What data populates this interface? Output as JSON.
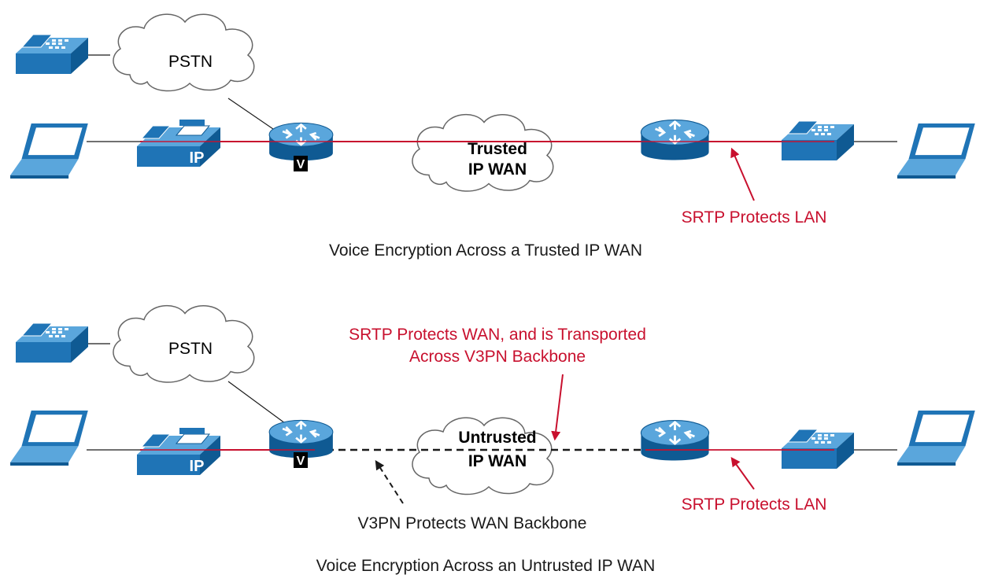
{
  "colors": {
    "device_blue": "#1f74b6",
    "device_dark": "#0f5a93",
    "device_light": "#5aa6dc",
    "secure_red": "#c8102e",
    "link_black": "#1a1a1a"
  },
  "diagrams": [
    {
      "caption": "Voice Encryption Across a Trusted IP WAN",
      "pstn_label": "PSTN",
      "wan_label_line1": "Trusted",
      "wan_label_line2": "IP WAN",
      "srtp_lan_label": "SRTP Protects LAN",
      "ip_phone_badge": "IP",
      "router_badge": "V"
    },
    {
      "caption": "Voice Encryption Across an Untrusted IP WAN",
      "pstn_label": "PSTN",
      "wan_label_line1": "Untrusted",
      "wan_label_line2": "IP WAN",
      "srtp_lan_label": "SRTP Protects LAN",
      "srtp_wan_label_line1": "SRTP Protects WAN, and is Transported",
      "srtp_wan_label_line2": "Across V3PN Backbone",
      "v3pn_label": "V3PN Protects WAN Backbone",
      "ip_phone_badge": "IP",
      "router_badge": "V"
    }
  ]
}
